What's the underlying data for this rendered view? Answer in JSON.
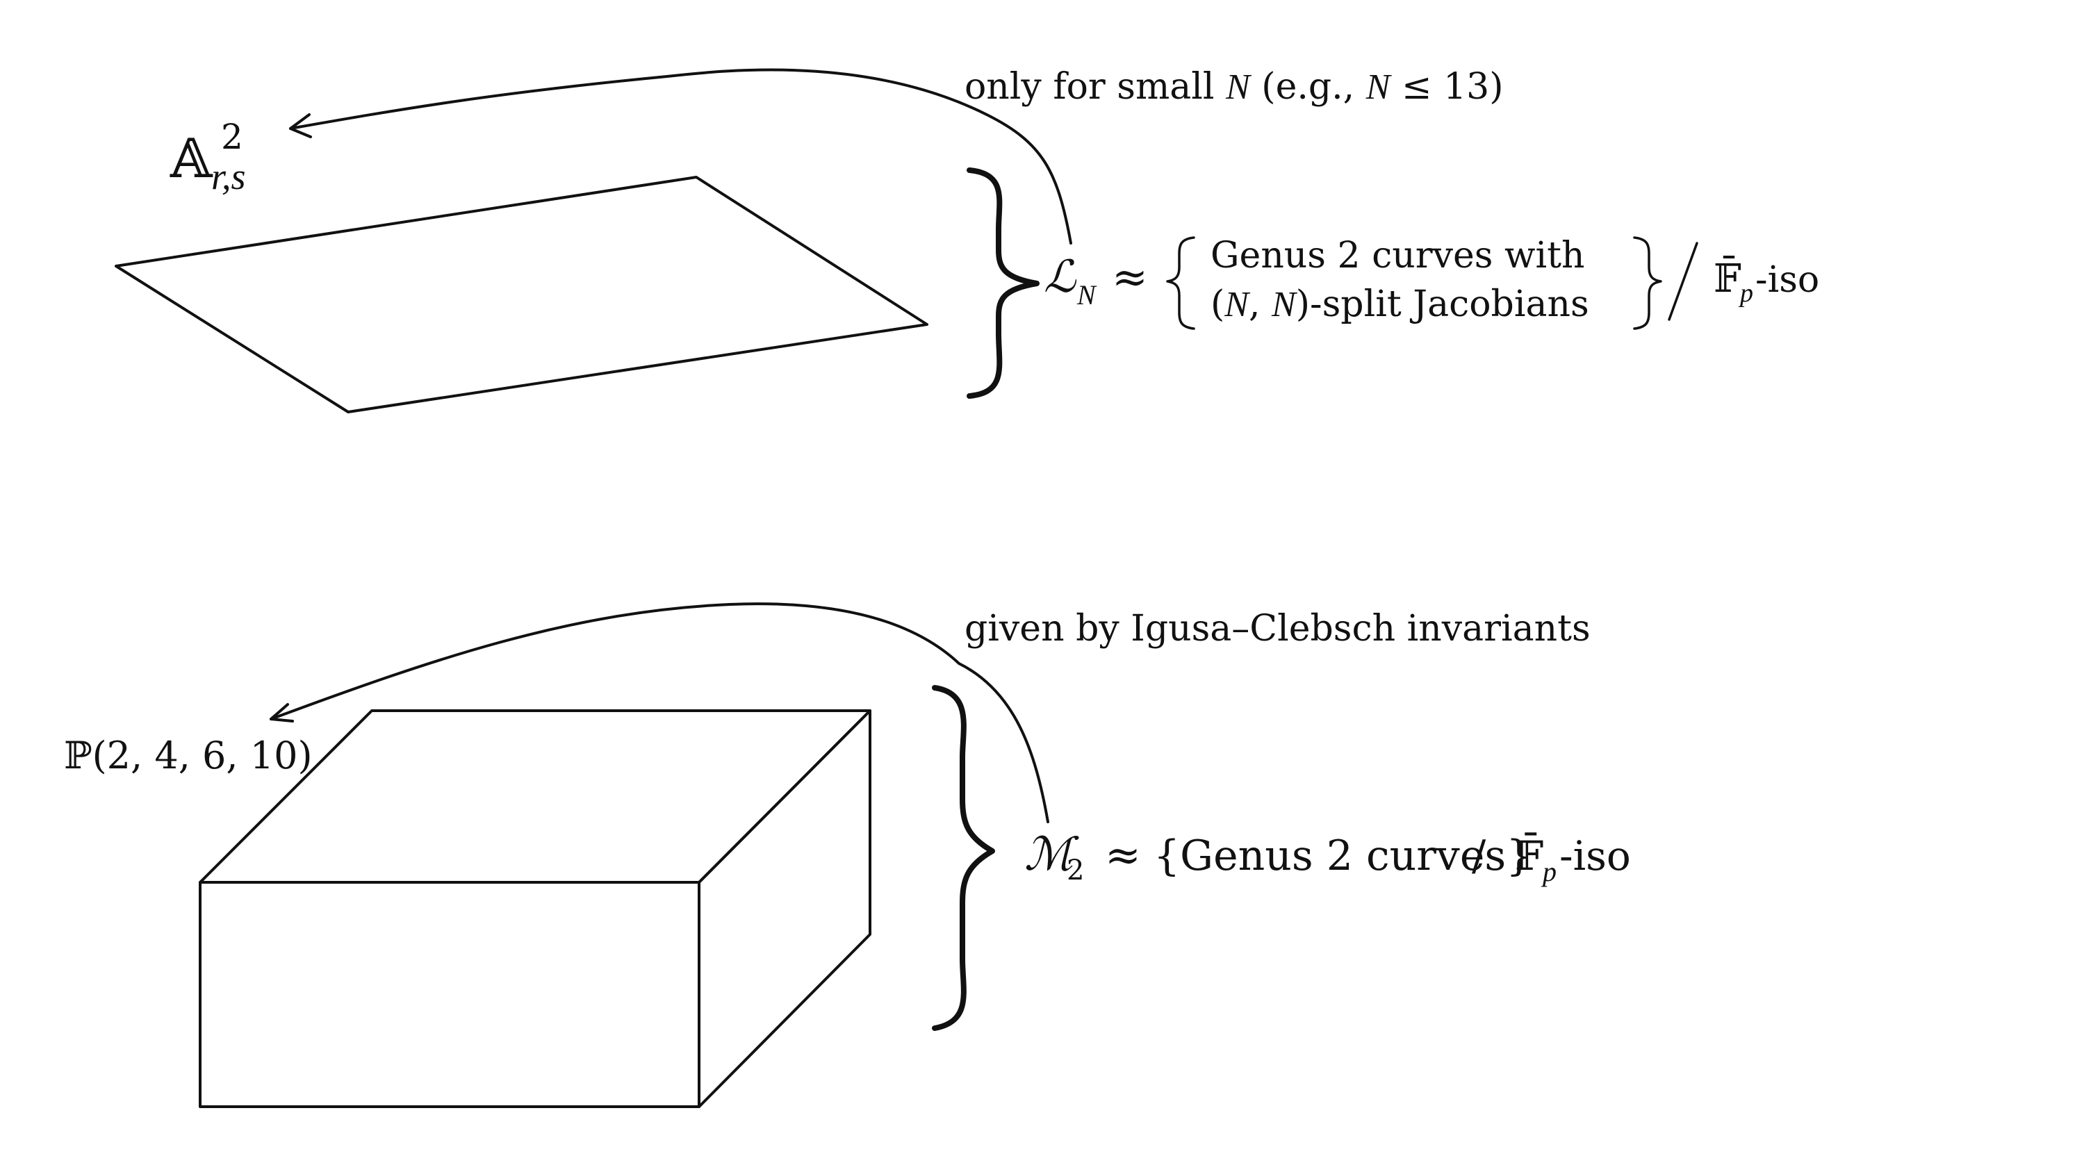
{
  "colors": {
    "ink": "#111111",
    "background": "#ffffff"
  },
  "top": {
    "space_label": {
      "base": "𝔸",
      "superscript": "2",
      "subscript": "r,s"
    },
    "arrow_caption": {
      "prefix": "only for small ",
      "var1": "N",
      "middle": " (e.g., ",
      "var2": "N",
      "suffix": " ≤ 13)"
    },
    "moduli_symbol": "ℒ",
    "moduli_subscript": "N",
    "approx": "≈",
    "set_line1": "Genus 2 curves with",
    "set_line2_open": "(",
    "set_line2_n1": "N",
    "set_line2_comma": ", ",
    "set_line2_n2": "N",
    "set_line2_rest": ")-split Jacobians",
    "field_symbol": "𝔽̄",
    "field_subscript": "p",
    "iso_suffix": "-iso"
  },
  "bottom": {
    "space_label": "ℙ(2, 4, 6, 10)",
    "arrow_caption": "given by Igusa–Clebsch invariants",
    "moduli_symbol": "ℳ",
    "moduli_subscript": "2",
    "approx": "≈",
    "set_text": "{Genus 2 curves}",
    "slash": "/",
    "field_symbol": "𝔽̄",
    "field_subscript": "p",
    "iso_suffix": "-iso"
  }
}
